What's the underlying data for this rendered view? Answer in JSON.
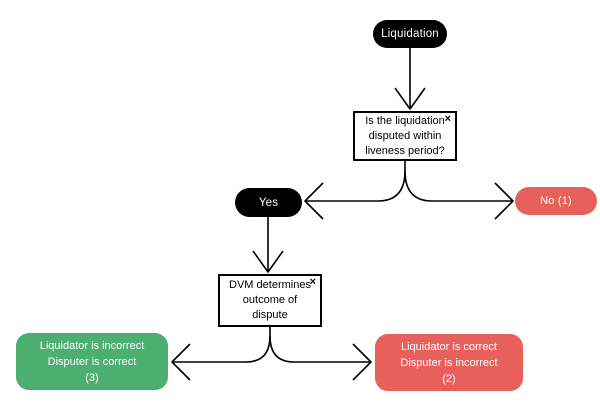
{
  "diagram": {
    "nodes": {
      "liquidation": {
        "label": "Liquidation"
      },
      "decision_liveness": {
        "lines": [
          "Is the liquidation",
          "disputed within",
          "liveness period?"
        ],
        "close_icon": "×"
      },
      "yes": {
        "label": "Yes"
      },
      "no": {
        "label": "No (1)"
      },
      "dvm": {
        "lines": [
          "DVM determines",
          "outcome of",
          "dispute"
        ],
        "close_icon": "×"
      },
      "outcome_disputer_correct": {
        "lines": [
          "Liquidator is incorrect",
          "Disputer is correct",
          "(3)"
        ]
      },
      "outcome_liquidator_correct": {
        "lines": [
          "Liquidator is correct",
          "Disputer is incorrect",
          "(2)"
        ]
      }
    },
    "edges": [
      {
        "from": "liquidation",
        "to": "decision_liveness"
      },
      {
        "from": "decision_liveness",
        "to": "yes"
      },
      {
        "from": "decision_liveness",
        "to": "no"
      },
      {
        "from": "yes",
        "to": "dvm"
      },
      {
        "from": "dvm",
        "to": "outcome_disputer_correct"
      },
      {
        "from": "dvm",
        "to": "outcome_liquidator_correct"
      }
    ],
    "colors": {
      "node_black": "#000000",
      "accent_red": "#e8605c",
      "accent_green": "#4cae70",
      "line": "#000000",
      "background": "#ffffff"
    }
  }
}
